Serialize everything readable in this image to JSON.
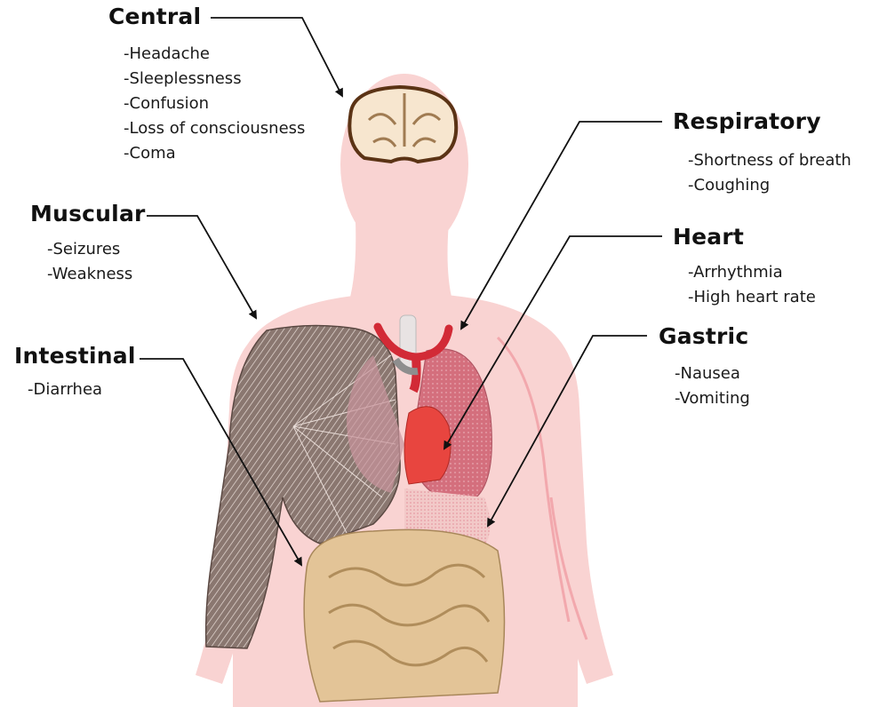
{
  "groups": {
    "central": {
      "title": "Central",
      "items": [
        "-Headache",
        "-Sleeplessness",
        "-Confusion",
        "-Loss of consciousness",
        "-Coma"
      ]
    },
    "respiratory": {
      "title": "Respiratory",
      "items": [
        "-Shortness of breath",
        "-Coughing"
      ]
    },
    "muscular": {
      "title": "Muscular",
      "items": [
        "-Seizures",
        "-Weakness"
      ]
    },
    "heart": {
      "title": "Heart",
      "items": [
        "-Arrhythmia",
        "-High heart rate"
      ]
    },
    "gastric": {
      "title": "Gastric",
      "items": [
        "-Nausea",
        "-Vomiting"
      ]
    },
    "intestinal": {
      "title": "Intestinal",
      "items": [
        "-Diarrhea"
      ]
    }
  },
  "colors": {
    "body": "#f9d3d2",
    "muscle": "#7f6a63",
    "lung": "#d9707e",
    "heart": "#e8453f",
    "intestine": "#e3c497",
    "brain": "#f7e6cf",
    "arrow": "#111111"
  }
}
